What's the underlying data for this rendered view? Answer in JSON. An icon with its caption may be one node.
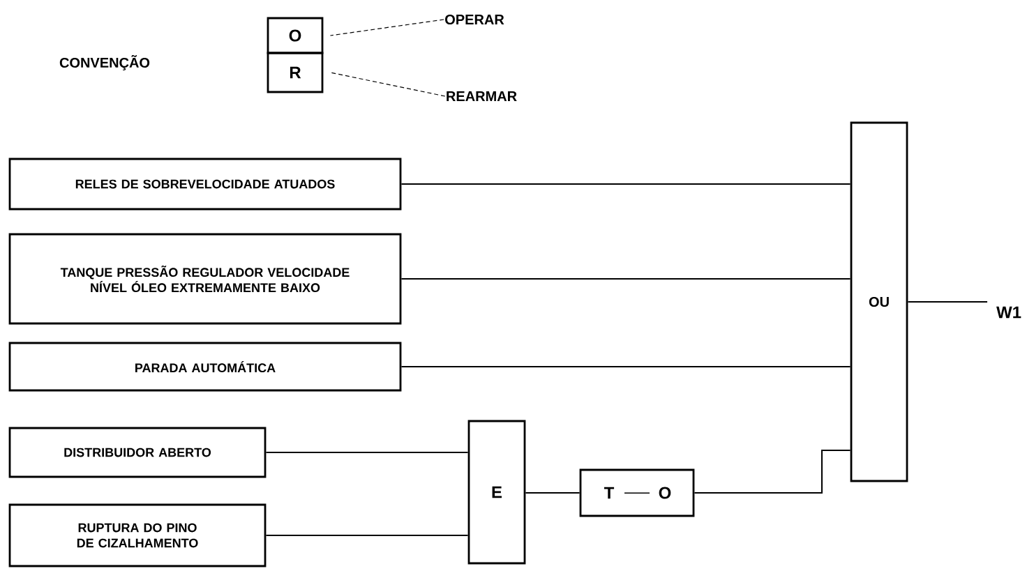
{
  "diagram": {
    "nodes": [
      {
        "text": [
          "O"
        ]
      },
      {
        "text": [
          "R"
        ]
      },
      {
        "text": [
          "OPERAR"
        ]
      },
      {
        "text": [
          "REARMAR"
        ]
      },
      {
        "text": [
          "RELES DE SOBREVELOCIDADE ATUADOS"
        ]
      },
      {
        "text": [
          "TANQUE PRESSÃO REGULADOR VELOCIDADE",
          "NÍVEL ÓLEO EXTREMAMENTE BAIXO"
        ]
      },
      {
        "text": [
          "PARADA AUTOMÁTICA"
        ]
      },
      {
        "text": [
          "OU"
        ]
      },
      {
        "text": [
          "W1"
        ]
      },
      {
        "text": [
          "DISTRIBUIDOR ABERTO"
        ]
      },
      {
        "text": [
          "RUPTURA DO PINO DE CIZALHAMENTO"
        ]
      },
      {
        "text": [
          "E"
        ]
      },
      {
        "text": [
          "T",
          "O"
        ]
      }
    ],
    "edges": [
      {
        "from": 2,
        "to": 0,
        "arrow": "none",
        "style": "dashed"
      },
      {
        "from": 3,
        "to": 1,
        "arrow": "none",
        "style": "dashed"
      },
      {
        "from": 4,
        "to": 7,
        "arrow": "none"
      },
      {
        "from": 5,
        "to": 7,
        "arrow": "none"
      },
      {
        "from": 6,
        "to": 7,
        "arrow": "none"
      },
      {
        "from": 7,
        "to": 8,
        "arrow": "none"
      },
      {
        "from": 9,
        "to": 11,
        "arrow": "none"
      },
      {
        "from": 10,
        "to": 11,
        "arrow": "none"
      },
      {
        "from": 11,
        "to": 12,
        "arrow": "none"
      },
      {
        "from": 12,
        "to": 7,
        "arrow": "none"
      }
    ],
    "labels": [
      "CONVENÇÃO"
    ]
  }
}
